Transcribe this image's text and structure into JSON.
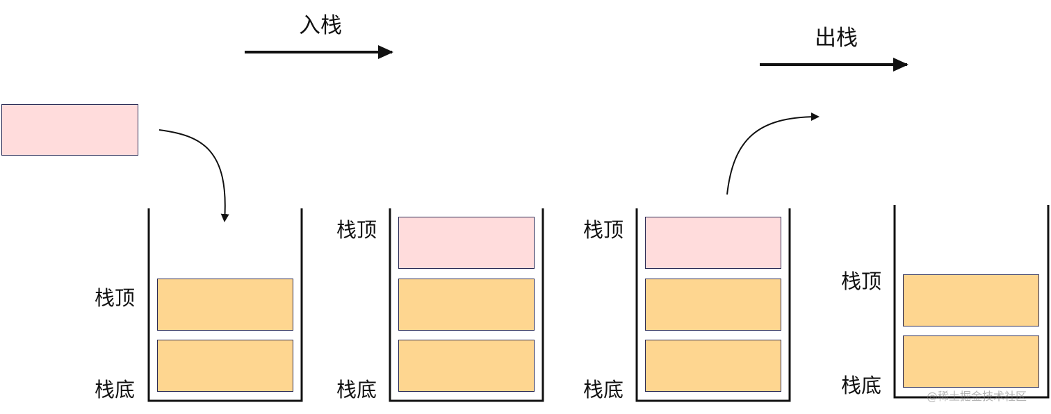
{
  "diagram": {
    "push_title": "入栈",
    "pop_title": "出栈",
    "stack_top_label": "栈顶",
    "stack_bottom_label": "栈底",
    "watermark": "@稀土掘金技术社区",
    "colors": {
      "pushed_block": "#ffdcdc",
      "stored_block": "#fed690",
      "block_border": "#2a2a55",
      "line": "#111111"
    }
  }
}
